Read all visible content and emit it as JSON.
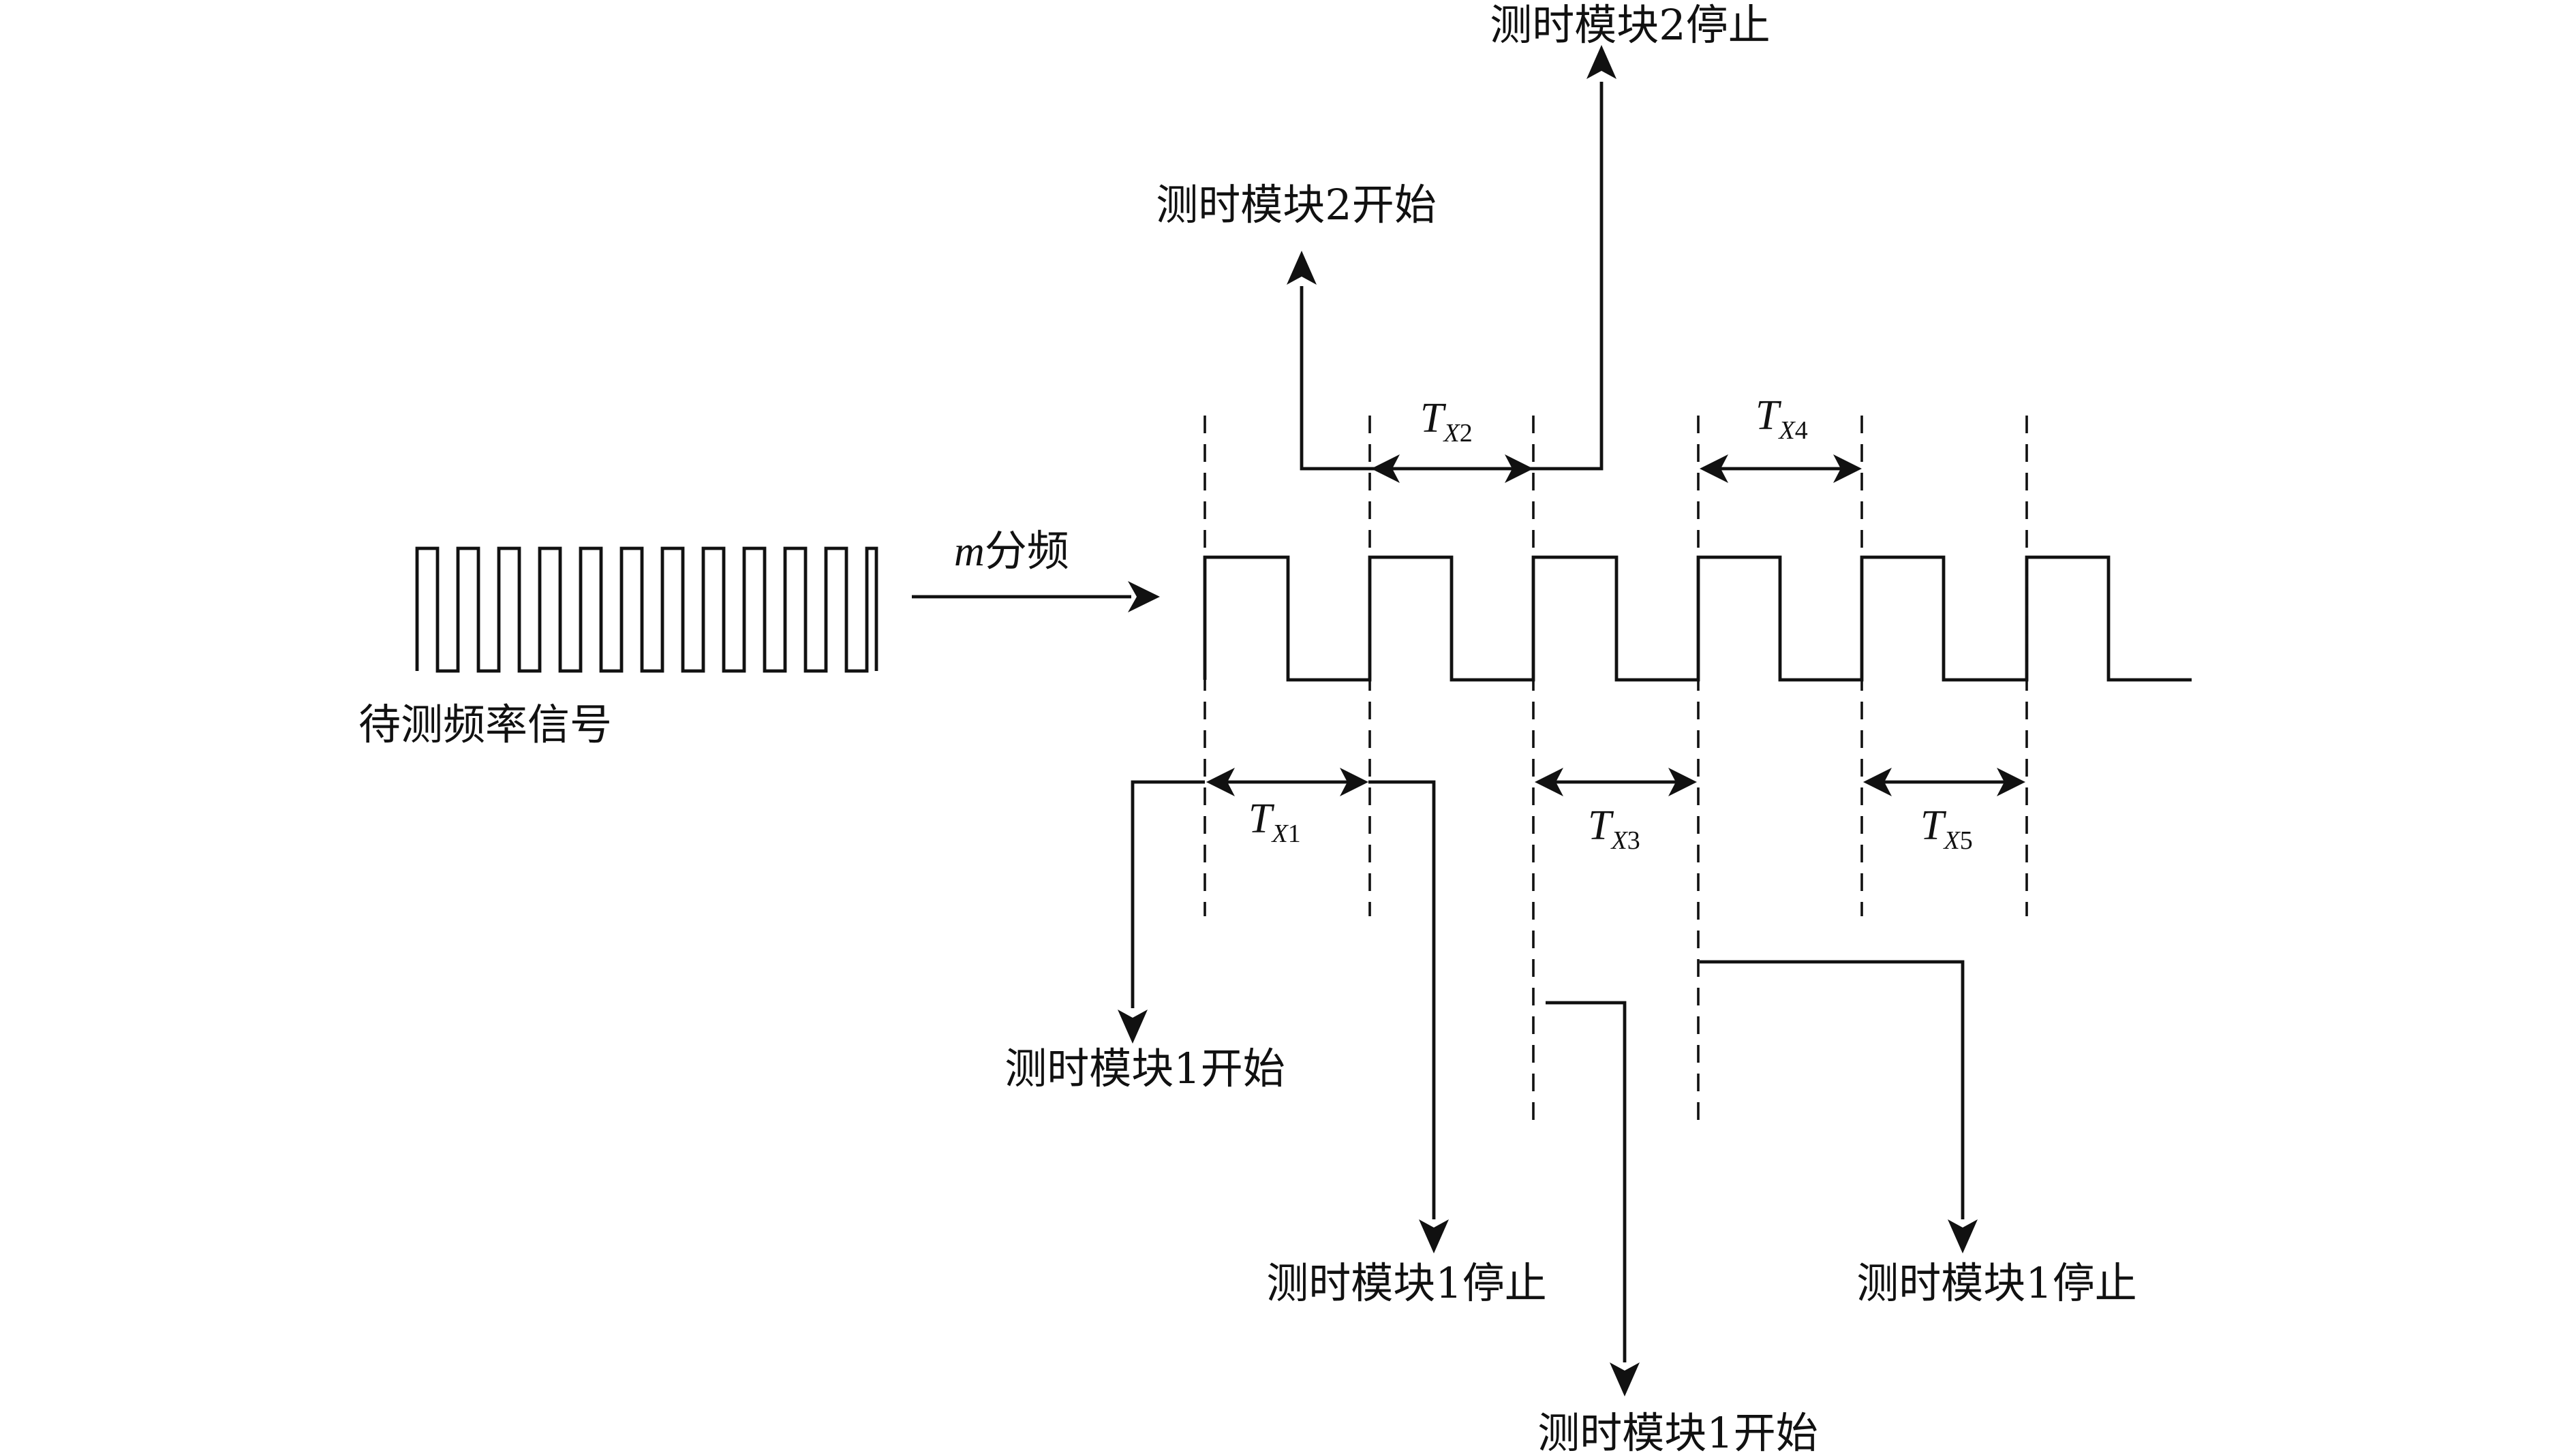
{
  "input_signal_label": "待测频率信号",
  "divider": {
    "variable": "m",
    "label": "分频"
  },
  "intervals": [
    {
      "id": "tx1",
      "symbol": "T",
      "subscript": "X",
      "index": "1"
    },
    {
      "id": "tx2",
      "symbol": "T",
      "subscript": "X",
      "index": "2"
    },
    {
      "id": "tx3",
      "symbol": "T",
      "subscript": "X",
      "index": "3"
    },
    {
      "id": "tx4",
      "symbol": "T",
      "subscript": "X",
      "index": "4"
    },
    {
      "id": "tx5",
      "symbol": "T",
      "subscript": "X",
      "index": "5"
    }
  ],
  "events": {
    "module2_start": "测时模块2开始",
    "module2_stop": "测时模块2停止",
    "module1_start_a": "测时模块1开始",
    "module1_stop_a": "测时模块1停止",
    "module1_start_b": "测时模块1开始",
    "module1_stop_b": "测时模块1停止"
  }
}
